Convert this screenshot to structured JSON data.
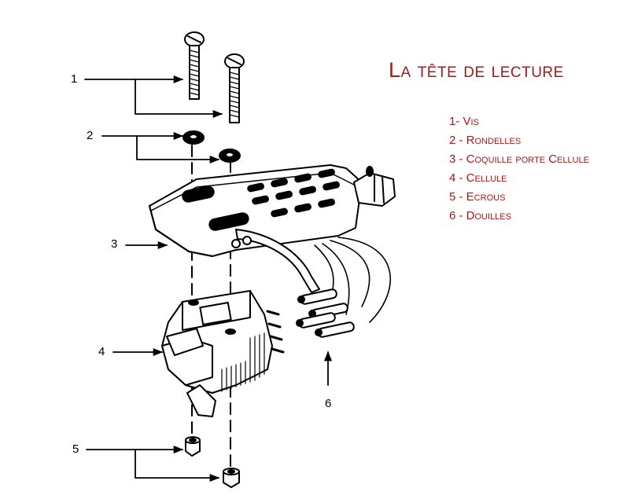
{
  "title": "La tête de lecture",
  "legend": [
    "1- Vis",
    "2 - Rondelles",
    "3 - Coquille porte Cellule",
    "4 - Cellule",
    "5 - Ecrous",
    "6 - Douilles"
  ],
  "callouts": [
    "1",
    "2",
    "3",
    "4",
    "5",
    "6"
  ],
  "colors": {
    "accent": "#a31a1a",
    "ink": "#000000"
  }
}
